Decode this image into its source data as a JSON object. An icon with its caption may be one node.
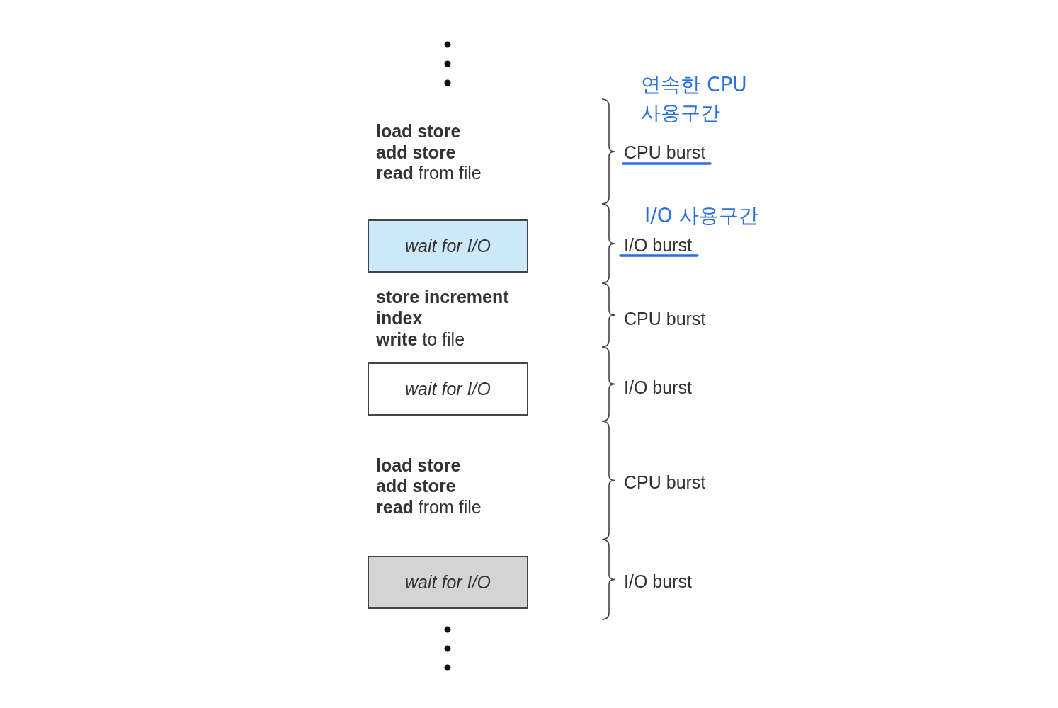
{
  "diagram": {
    "nodes": [
      {
        "text": [
          "wait for I/O"
        ]
      },
      {
        "text": [
          "wait for I/O"
        ]
      },
      {
        "text": [
          "wait for I/O"
        ]
      }
    ],
    "edges": [],
    "labels": [
      "연속한 CPU 사용구간",
      "load store",
      "add store",
      "**read** from file",
      "CPU burst",
      "I/O 사용구간",
      "I/O burst",
      "store increment index",
      "**write** to file",
      "CPU burst",
      "I/O burst",
      "load store",
      "add store",
      "**read** from file",
      "CPU burst",
      "I/O burst"
    ]
  }
}
